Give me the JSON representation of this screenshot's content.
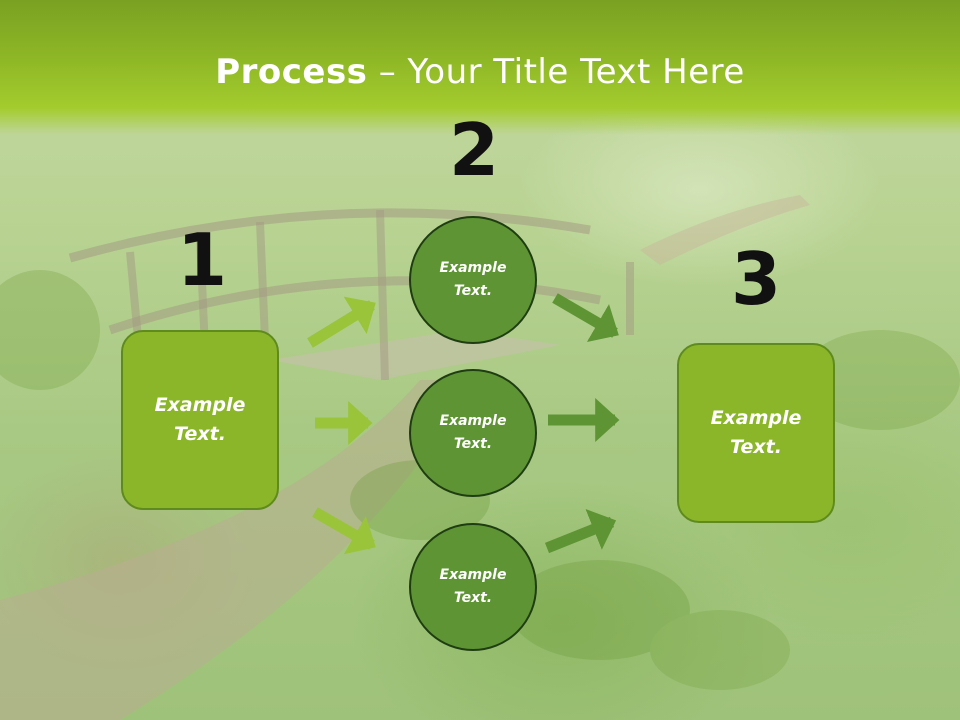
{
  "title": {
    "bold": "Process",
    "rest": " – Your Title Text Here"
  },
  "numbers": [
    "1",
    "2",
    "3"
  ],
  "left_box": {
    "text": "Example\nText."
  },
  "right_box": {
    "text": "Example\nText."
  },
  "circles": [
    {
      "text": "Example\nText."
    },
    {
      "text": "Example\nText."
    },
    {
      "text": "Example\nText."
    }
  ],
  "colors": {
    "title_band": "#8fb826",
    "box_fill": "#8bb62a",
    "circle_fill": "#5e9433",
    "arrow_left": "#9ac43a",
    "arrow_right": "#5e9433"
  }
}
